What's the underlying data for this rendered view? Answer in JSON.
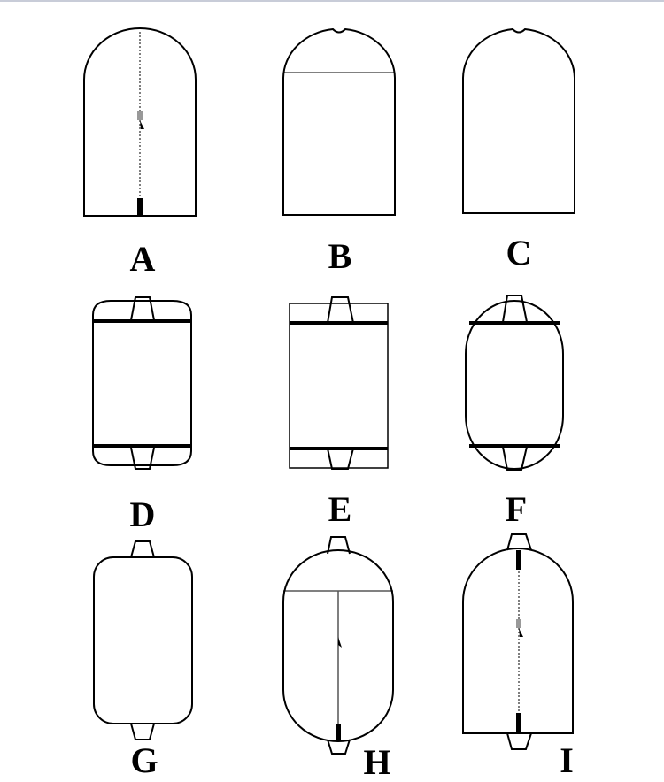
{
  "labels": {
    "a": "A",
    "b": "B",
    "c": "C",
    "d": "D",
    "e": "E",
    "f": "F",
    "g": "G",
    "h": "H",
    "i": "I"
  },
  "colors": {
    "outline": "#000000",
    "zipper": "#555555",
    "puller": "#999999",
    "accent_top_border": "#c8ccd8"
  }
}
